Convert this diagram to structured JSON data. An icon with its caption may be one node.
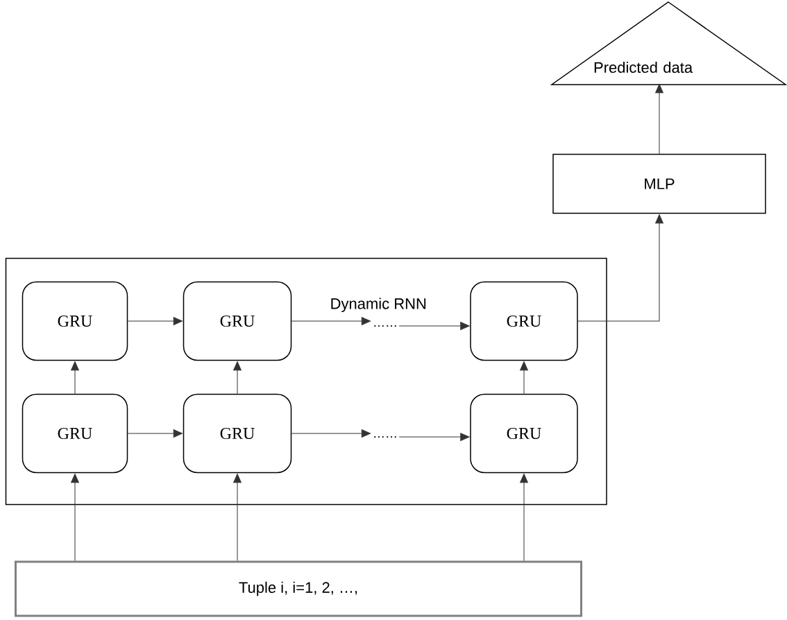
{
  "diagram": {
    "nodes": [
      {
        "text": [
          "Predicted data"
        ]
      },
      {
        "text": [
          "MLP"
        ]
      },
      {
        "text": [
          "Dynamic RNN"
        ]
      },
      {
        "text": [
          "GRU"
        ],
        "in": 2
      },
      {
        "text": [
          "GRU"
        ],
        "in": 2
      },
      {
        "text": [
          "……"
        ],
        "in": 2
      },
      {
        "text": [
          "GRU"
        ],
        "in": 2
      },
      {
        "text": [
          "GRU"
        ],
        "in": 2
      },
      {
        "text": [
          "GRU"
        ],
        "in": 2
      },
      {
        "text": [
          "……"
        ],
        "in": 2
      },
      {
        "text": [
          "GRU"
        ],
        "in": 2
      },
      {
        "text": [
          "Tuple i, i=1, 2, …,"
        ]
      }
    ],
    "edges": [
      {
        "from": 3,
        "to": 4,
        "arrow": "to"
      },
      {
        "from": 4,
        "to": 5,
        "arrow": "to"
      },
      {
        "from": 5,
        "to": 6,
        "arrow": "to"
      },
      {
        "from": 7,
        "to": 8,
        "arrow": "to"
      },
      {
        "from": 8,
        "to": 9,
        "arrow": "to"
      },
      {
        "from": 9,
        "to": 10,
        "arrow": "to"
      },
      {
        "from": 7,
        "to": 3,
        "arrow": "to"
      },
      {
        "from": 8,
        "to": 4,
        "arrow": "to"
      },
      {
        "from": 10,
        "to": 6,
        "arrow": "to"
      },
      {
        "from": 11,
        "to": 7,
        "arrow": "to"
      },
      {
        "from": 11,
        "to": 8,
        "arrow": "to"
      },
      {
        "from": 11,
        "to": 10,
        "arrow": "to"
      },
      {
        "from": 6,
        "to": 1,
        "arrow": "to"
      },
      {
        "from": 1,
        "to": 0,
        "arrow": "to"
      }
    ]
  }
}
